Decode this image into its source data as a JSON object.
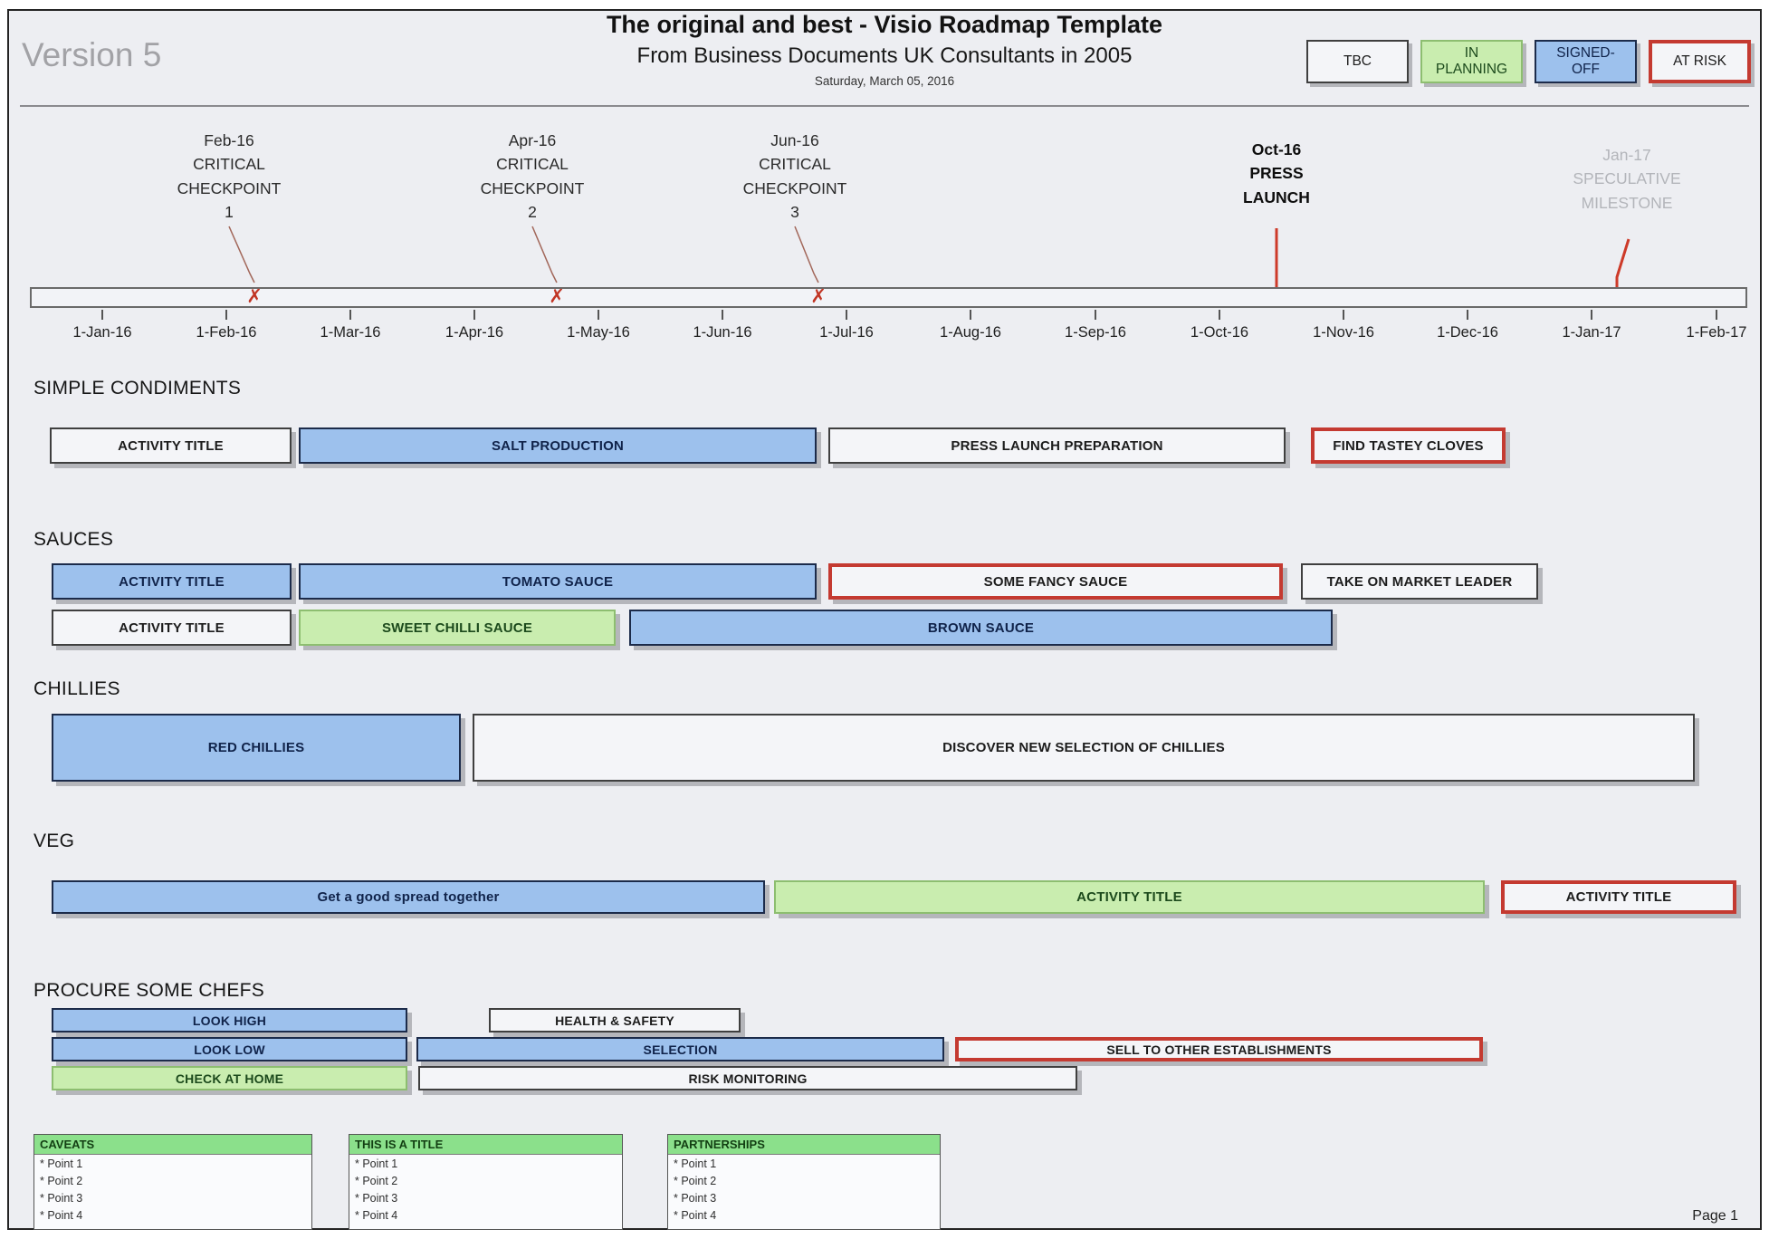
{
  "header": {
    "version": "Version 5",
    "title": "The original and best - Visio Roadmap Template",
    "subtitle": "From Business Documents UK Consultants in 2005",
    "date": "Saturday, March 05, 2016"
  },
  "legend": {
    "items": [
      {
        "label": "TBC",
        "status": "tbc"
      },
      {
        "label": "IN\nPLANNING",
        "status": "in-planning"
      },
      {
        "label": "SIGNED-\nOFF",
        "status": "signed-off"
      },
      {
        "label": "AT RISK",
        "status": "at-risk"
      }
    ]
  },
  "timeline": {
    "marker_glyph": "✗",
    "axis_labels": [
      "1-Jan-16",
      "1-Feb-16",
      "1-Mar-16",
      "1-Apr-16",
      "1-May-16",
      "1-Jun-16",
      "1-Jul-16",
      "1-Aug-16",
      "1-Sep-16",
      "1-Oct-16",
      "1-Nov-16",
      "1-Dec-16",
      "1-Jan-17",
      "1-Feb-17"
    ],
    "milestones": [
      {
        "label": "Feb-16\nCRITICAL\nCHECKPOINT\n1",
        "marker": "x",
        "emphasis": "normal"
      },
      {
        "label": "Apr-16\nCRITICAL\nCHECKPOINT\n2",
        "marker": "x",
        "emphasis": "normal"
      },
      {
        "label": "Jun-16\nCRITICAL\nCHECKPOINT\n3",
        "marker": "x",
        "emphasis": "normal"
      },
      {
        "label": "Oct-16\nPRESS\nLAUNCH",
        "marker": "arrow",
        "emphasis": "bold"
      },
      {
        "label": "Jan-17\nSPECULATIVE\nMILESTONE",
        "marker": "arrow",
        "emphasis": "muted"
      }
    ]
  },
  "sections": [
    {
      "name": "SIMPLE CONDIMENTS",
      "rows": [
        {
          "bars": [
            {
              "label": "ACTIVITY TITLE",
              "status": "tbc"
            },
            {
              "label": "SALT PRODUCTION",
              "status": "signed-off"
            },
            {
              "label": "PRESS LAUNCH PREPARATION",
              "status": "tbc"
            },
            {
              "label": "FIND TASTEY CLOVES",
              "status": "at-risk"
            }
          ]
        }
      ]
    },
    {
      "name": "SAUCES",
      "rows": [
        {
          "bars": [
            {
              "label": "ACTIVITY TITLE",
              "status": "signed-off"
            },
            {
              "label": "TOMATO SAUCE",
              "status": "signed-off"
            },
            {
              "label": "SOME FANCY SAUCE",
              "status": "at-risk"
            },
            {
              "label": "TAKE ON MARKET LEADER",
              "status": "tbc"
            }
          ]
        },
        {
          "bars": [
            {
              "label": "ACTIVITY TITLE",
              "status": "tbc"
            },
            {
              "label": "SWEET CHILLI SAUCE",
              "status": "in-planning"
            },
            {
              "label": "BROWN SAUCE",
              "status": "signed-off"
            }
          ]
        }
      ]
    },
    {
      "name": "CHILLIES",
      "rows": [
        {
          "bars": [
            {
              "label": "RED CHILLIES",
              "status": "signed-off"
            },
            {
              "label": "DISCOVER NEW SELECTION OF CHILLIES",
              "status": "tbc"
            }
          ]
        }
      ]
    },
    {
      "name": "VEG",
      "rows": [
        {
          "bars": [
            {
              "label": "Get a good spread together",
              "status": "signed-off"
            },
            {
              "label": "ACTIVITY TITLE",
              "status": "in-planning"
            },
            {
              "label": "ACTIVITY TITLE",
              "status": "at-risk"
            }
          ]
        }
      ]
    },
    {
      "name": "PROCURE SOME CHEFS",
      "rows": [
        {
          "bars": [
            {
              "label": "LOOK HIGH",
              "status": "signed-off"
            },
            {
              "label": "HEALTH & SAFETY",
              "status": "tbc"
            }
          ]
        },
        {
          "bars": [
            {
              "label": "LOOK LOW",
              "status": "signed-off"
            },
            {
              "label": "SELECTION",
              "status": "signed-off"
            },
            {
              "label": "SELL TO OTHER ESTABLISHMENTS",
              "status": "at-risk"
            }
          ]
        },
        {
          "bars": [
            {
              "label": "CHECK AT HOME",
              "status": "in-planning"
            },
            {
              "label": "RISK MONITORING",
              "status": "tbc"
            }
          ]
        }
      ]
    }
  ],
  "tables": [
    {
      "title": "CAVEATS",
      "points": [
        "* Point 1",
        "* Point 2",
        "* Point 3",
        "* Point 4"
      ]
    },
    {
      "title": "THIS IS A TITLE",
      "points": [
        "* Point 1",
        "* Point 2",
        "* Point 3",
        "* Point 4"
      ]
    },
    {
      "title": "PARTNERSHIPS",
      "points": [
        "* Point 1",
        "* Point 2",
        "* Point 3",
        "* Point 4"
      ]
    }
  ],
  "footer": {
    "page_label": "Page 1"
  },
  "colors": {
    "page_background": "#edeef2",
    "tbc_fill": "#f4f5f8",
    "signed_off_fill": "#9dc1ed",
    "signed_off_border": "#1c2b4a",
    "in_planning_fill": "#c9edaf",
    "at_risk_border": "#c43a31",
    "table_header_fill": "#8be08b",
    "marker_red": "#c13524"
  }
}
